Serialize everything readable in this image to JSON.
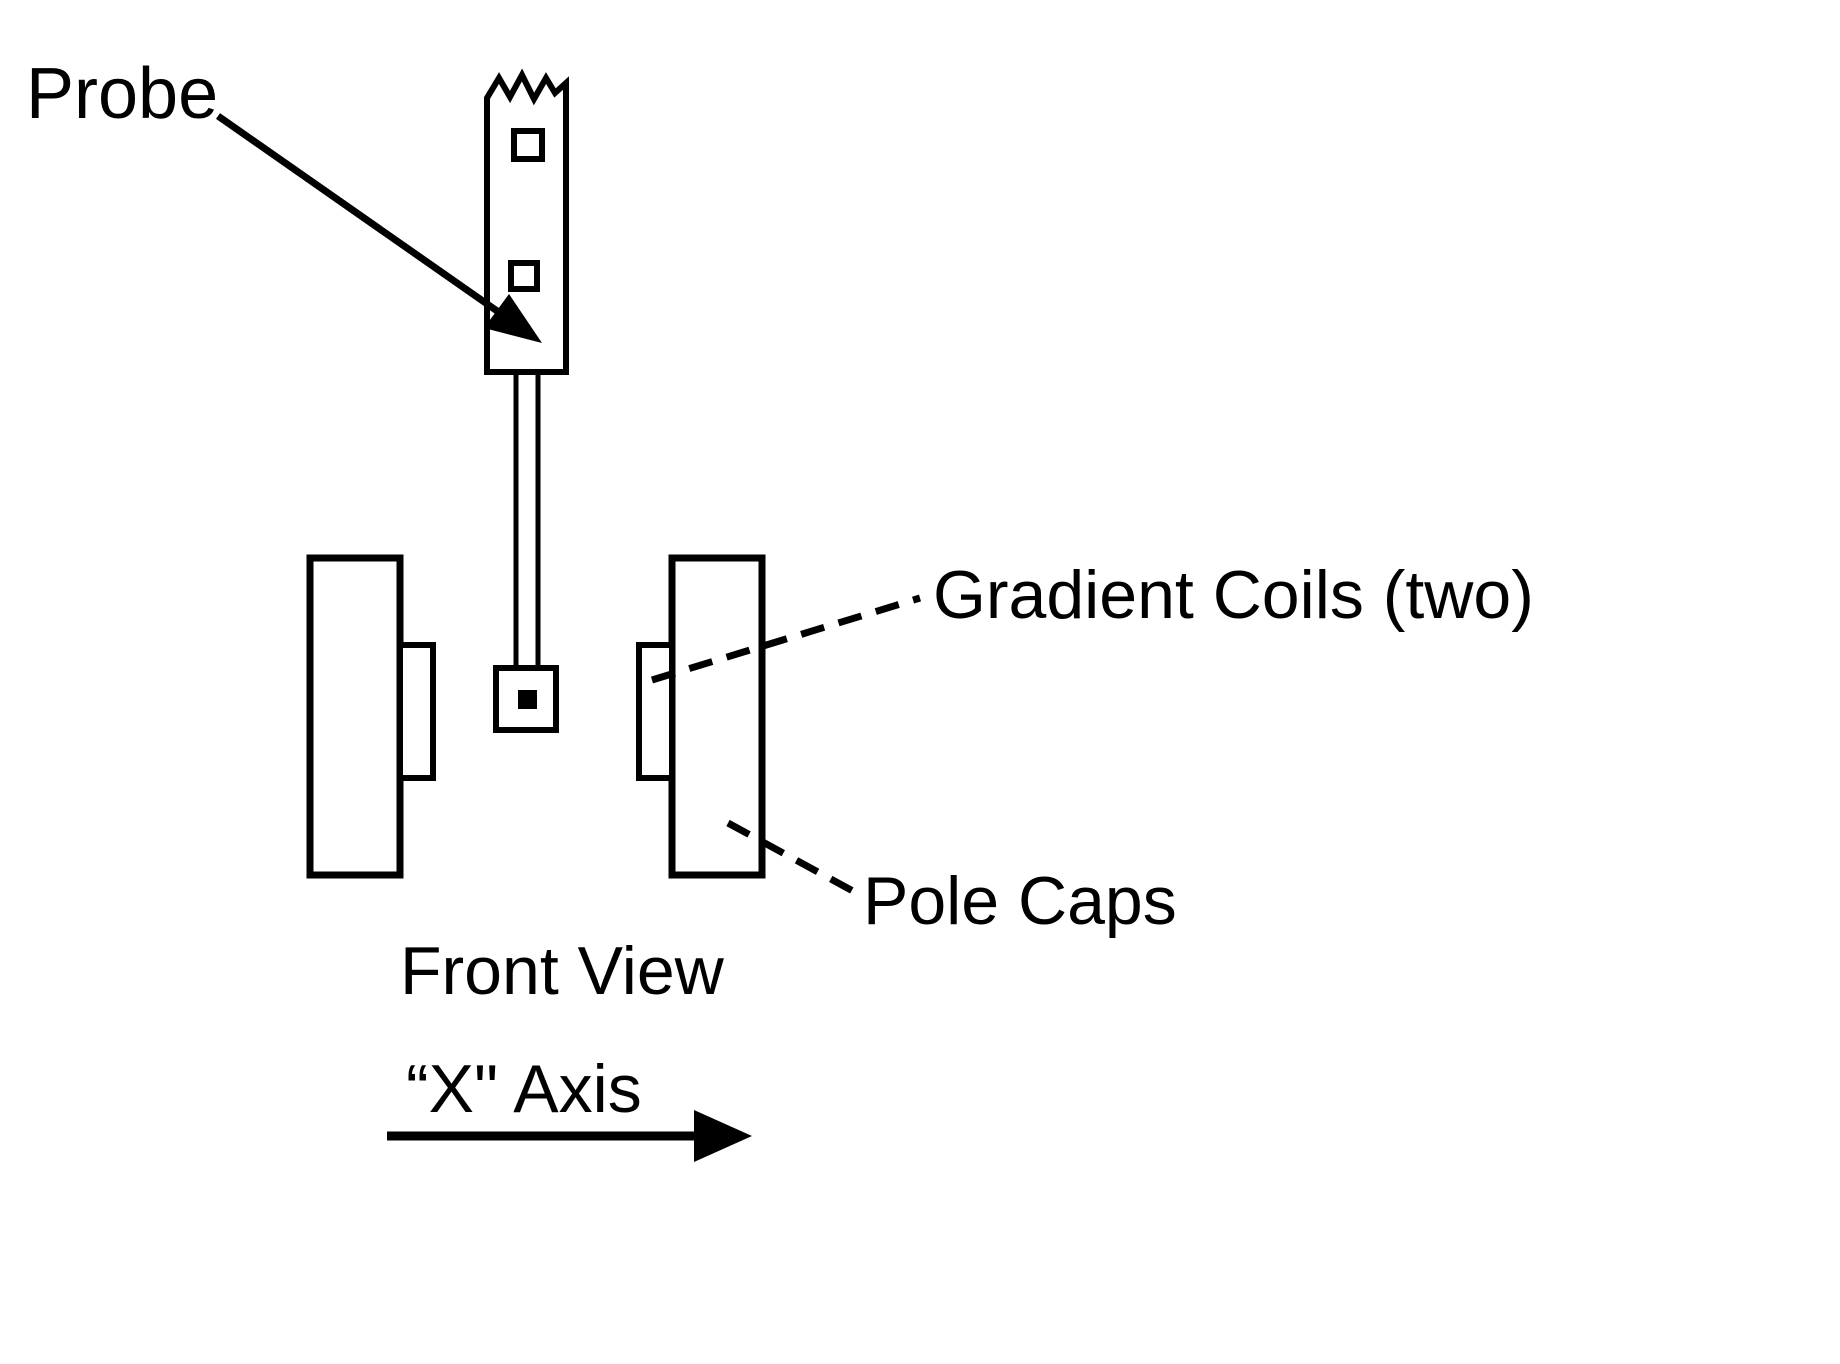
{
  "diagram": {
    "title": "NMR probe and magnet front view diagram",
    "labels": {
      "probe": "Probe",
      "gradient_coils": "Gradient Coils (two)",
      "pole_caps": "Pole Caps",
      "front_view": "Front View",
      "x_axis": "“X\" Axis"
    },
    "colors": {
      "line": "#000000",
      "background": "#ffffff"
    }
  }
}
